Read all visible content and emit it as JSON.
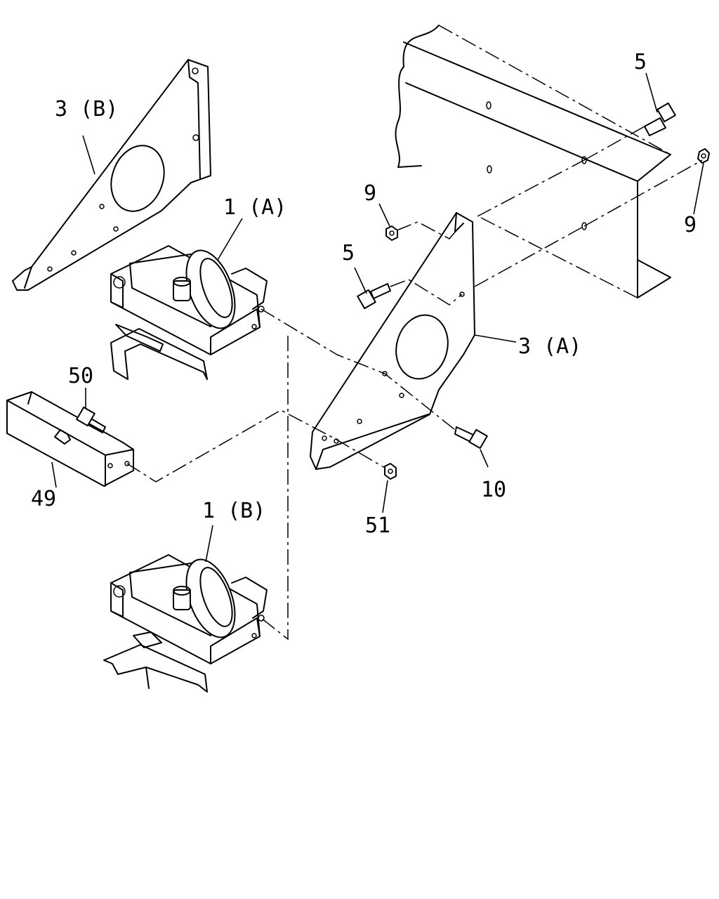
{
  "callouts": {
    "c_3b": "3 (B)",
    "c_1a": "1 (A)",
    "c_5_top": "5",
    "c_9_left": "9",
    "c_9_right": "9",
    "c_5_mid": "5",
    "c_3a": "3 (A)",
    "c_50": "50",
    "c_49": "49",
    "c_10": "10",
    "c_51": "51",
    "c_1b": "1 (B)"
  }
}
